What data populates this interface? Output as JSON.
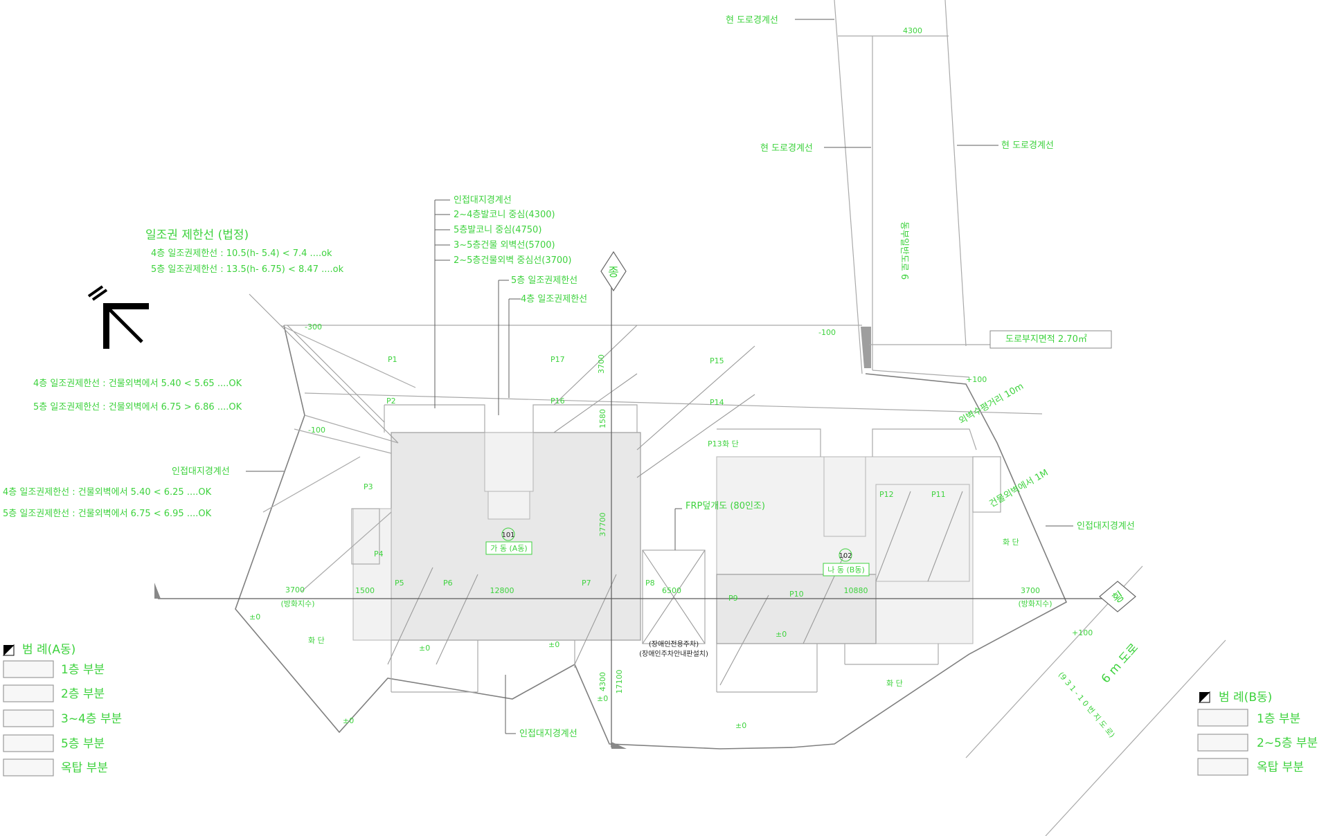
{
  "notes": {
    "daylight_title": "일조권 제한선 (법정)",
    "daylight_4f": "4층 일조권제한선 : 10.5(h- 5.4) < 7.4 ....ok",
    "daylight_5f": "5층 일조권제한선 : 13.5(h- 6.75) < 8.47 ....ok",
    "north_a_4f": "4층 일조권제한선 : 건물외벽에서 5.40 < 5.65 ....OK",
    "north_a_5f": "5층 일조권제한선 : 건물외벽에서 6.75 > 6.86 ....OK",
    "north_b_4f": "4층 일조권제한선 : 건물외벽에서 5.40 < 6.25 ....OK",
    "north_b_5f": "5층 일조권제한선 : 건물외벽에서 6.75 < 6.95 ....OK",
    "site_line_left": "인접대지경계선",
    "site_line_right": "인접대지경계선",
    "site_line_bottom": "인접대지경계선",
    "top_group": [
      "인접대지경계선",
      "2~4층발코니 중심(4300)",
      "5층발코니 중심(4750)",
      "3~5층건물 외벽선(5700)",
      "2~5층건물외벽 중심선(3700)"
    ],
    "line_5f": "5층 일조권제한선",
    "line_4f": "4층 일조권제한선",
    "road_top": "현 도로경계선",
    "road_mid": "현 도로경계선",
    "road_right": "현 도로경계선",
    "road_area": "도로부지면적 2.70㎡",
    "road_name": "동부일반도로 6",
    "road_bottom": "6 m 도로",
    "road_bottom_note": "(9 3 1 - 1 0 번 지 도 로)",
    "parking_note": "FRP덮개도 (80인조)",
    "disabled_parking_1": "(장애인전용주차)",
    "disabled_parking_2": "(장애인주차안내판설치)",
    "bldg_a": "가 동 (A동)",
    "bldg_b": "나 동 (B동)",
    "bldg_a_no": "101",
    "bldg_b_no": "102",
    "edge_1": "외벽수평거리 10m",
    "edge_2": "건물외벽에서 1M",
    "axis_long": "종",
    "axis_cross": "횡",
    "entrance_left": "(방화지수)",
    "entrance_right": "(방화지수)",
    "dims": [
      "3700",
      "1500",
      "12800",
      "6500",
      "10880",
      "3700",
      "4300",
      "3700",
      "37700",
      "1580",
      "4300",
      "17100"
    ],
    "pillars": [
      "P1",
      "P2",
      "P3",
      "P4",
      "P5",
      "P6",
      "P7",
      "P8",
      "P9",
      "P10",
      "P11",
      "P12",
      "P13",
      "P14",
      "P15",
      "P16",
      "P17"
    ],
    "levels": [
      "-300",
      "-100",
      "-100",
      "+100",
      "+100",
      "±0",
      "±0",
      "±0",
      "±0",
      "±0",
      "±0",
      "±0"
    ],
    "small_notes": [
      "화 단",
      "화 단",
      "화 단",
      "화 단"
    ]
  },
  "legend_a": {
    "title": "범  례(A동)",
    "items": [
      "1층 부분",
      "2층 부분",
      "3~4층 부분",
      "5층 부분",
      "옥탑 부분"
    ]
  },
  "legend_b": {
    "title": "범  례(B동)",
    "items": [
      "1층 부분",
      "2~5층 부분",
      "옥탑 부분"
    ]
  },
  "colors": {
    "label": "#3dd23d",
    "line": "#a9a9a9",
    "dark_line": "#5a5a5a"
  }
}
